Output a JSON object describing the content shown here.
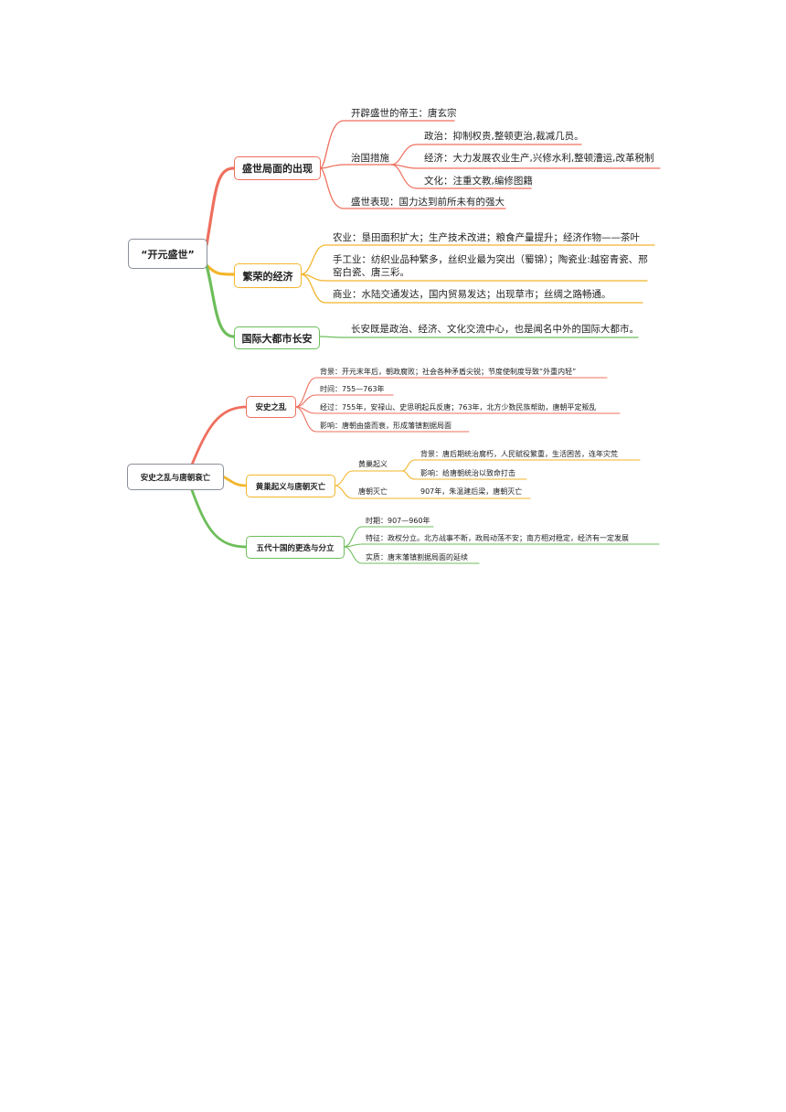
{
  "map1": {
    "root": "“开元盛世”",
    "branch1": {
      "title": "盛世局面的出现",
      "founder": "开辟盛世的帝王：唐玄宗",
      "measures_label": "治国措施",
      "politics": "政治：抑制权贵,整顿吏治,裁减几员。",
      "economy": "经济：大力发展农业生产,兴修水利,整顿漕运,改革税制",
      "culture": "文化：注重文教,编修图籍",
      "performance": "盛世表现：国力达到前所未有的强大"
    },
    "branch2": {
      "title": "繁荣的经济",
      "agriculture": "农业：垦田面积扩大；生产技术改进；粮食产量提升；经济作物——茶叶",
      "handicraft_line1": "手工业：纺织业品种繁多，丝织业最为突出（蜀锦）；陶瓷业:越窑青瓷、邢",
      "handicraft_line2": "窑白瓷、唐三彩。",
      "commerce": "商业：水陆交通发达，国内贸易发达；出现草市；丝绸之路畅通。"
    },
    "branch3": {
      "title": "国际大都市长安",
      "text": "长安既是政治、经济、文化交流中心，也是闻名中外的国际大都市。"
    }
  },
  "map2": {
    "root": "安史之乱与唐朝衰亡",
    "branch1": {
      "title": "安史之乱",
      "background": "背景：开元末年后，朝政腐败；社会各种矛盾尖锐；节度使制度导致“外重内轻”",
      "time": "时间：755—763年",
      "process": "经过：755年，安禄山、史思明起兵反唐；763年，北方少数民族帮助，唐朝平定叛乱",
      "impact": "影响：唐朝由盛而衰，形成藩镇割据局面"
    },
    "branch2": {
      "title": "黄巢起义与唐朝灭亡",
      "uprising_label": "黄巢起义",
      "uprising_background": "背景：唐后期统治腐朽，人民赋役繁重，生活困苦，连年灾荒",
      "uprising_impact": "影响：给唐朝统治以致命打击",
      "fall_label": "唐朝灭亡",
      "fall_text": "907年，朱温建后梁，唐朝灭亡"
    },
    "branch3": {
      "title": "五代十国的更迭与分立",
      "period": "时期：907—960年",
      "features": "特征：政权分立。北方战事不断，政局动荡不安；南方相对稳定，经济有一定发展",
      "essence": "实质：唐末藩镇割据局面的延续"
    }
  },
  "colors": {
    "red": "#ef6f5e",
    "orange": "#f3b52b",
    "green": "#6dbe5a",
    "root_border": "#8a9099"
  }
}
